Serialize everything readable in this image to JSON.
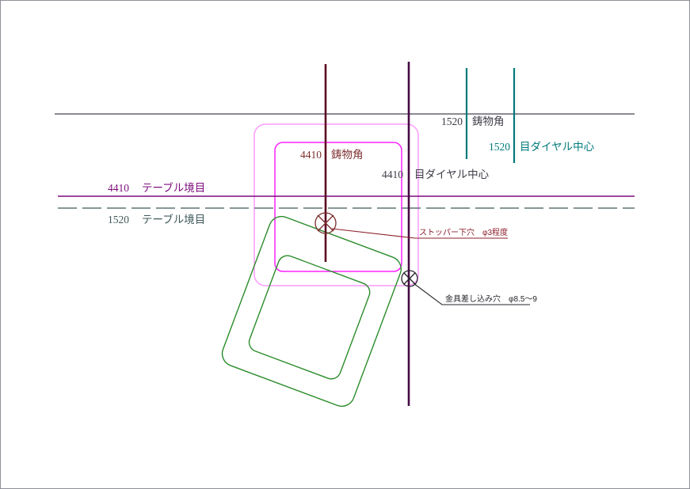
{
  "colors": {
    "ink": "#3c3c46",
    "frame_line": "#44444e",
    "purple_hline": "#7d0c7d",
    "dashed_line": "#3f5858",
    "maroon_line": "#5a0820",
    "maroon_text": "#7b2e2e",
    "dark_purple_line": "#470a45",
    "teal_line": "#007a7a",
    "magenta_outer": "#ff9aff",
    "magenta_inner": "#ff22ff",
    "green_line": "#2a8c2a",
    "note_red": "#8c1f2a",
    "note_black": "#26262c"
  },
  "dimensions": {
    "casting_1520": {
      "value": "1520",
      "label": "鋳物角"
    },
    "dial_1520": {
      "value": "1520",
      "label": "目ダイヤル中心"
    },
    "casting_4410": {
      "value": "4410",
      "label": "鋳物角"
    },
    "dial_4410": {
      "value": "4410",
      "label": "目ダイヤル中心"
    },
    "table_4410": {
      "value": "4410",
      "label": "テーブル境目"
    },
    "table_1520": {
      "value": "1520",
      "label": "テーブル境目"
    }
  },
  "notes": {
    "stopper_hole": "ストッパー下穴　φ3程度",
    "bracket_hole": "金具差し込み穴　φ8.5～9"
  },
  "symbols": {
    "stopper_hole_marker": "circle-cross",
    "bracket_hole_marker": "circle-cross"
  }
}
